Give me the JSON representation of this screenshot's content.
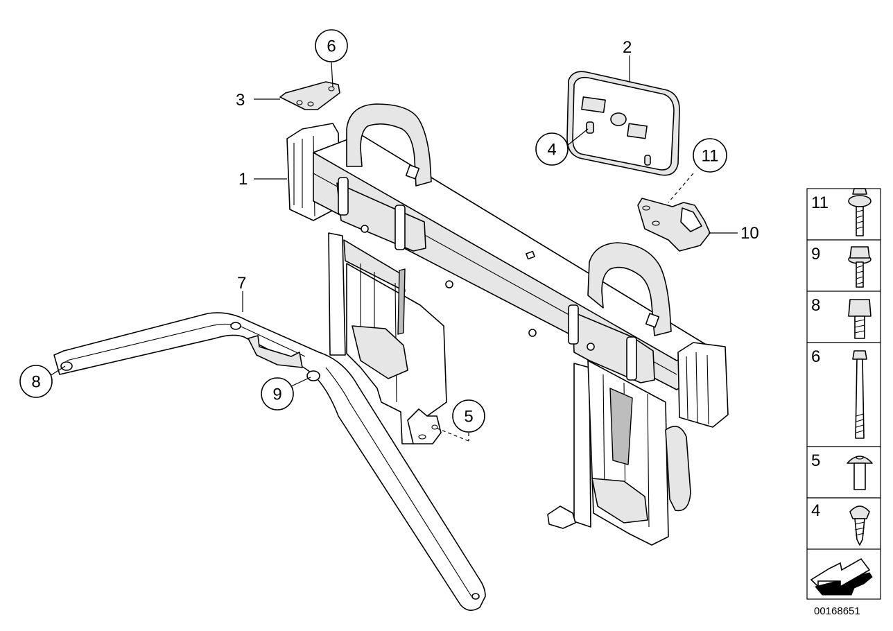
{
  "callouts": {
    "c1": "1",
    "c2": "2",
    "c3": "3",
    "c4": "4",
    "c5": "5",
    "c6": "6",
    "c7": "7",
    "c8": "8",
    "c9": "9",
    "c10": "10",
    "c11": "11"
  },
  "legend": [
    {
      "label": "11",
      "icon": "flange-bolt-icon"
    },
    {
      "label": "9",
      "icon": "hex-bolt-icon"
    },
    {
      "label": "8",
      "icon": "hex-bolt-short-icon"
    },
    {
      "label": "6",
      "icon": "long-bolt-icon"
    },
    {
      "label": "5",
      "icon": "pan-head-screw-icon"
    },
    {
      "label": "4",
      "icon": "self-tapping-screw-icon"
    },
    {
      "label": "",
      "icon": "direction-arrow-icon"
    }
  ],
  "diagram_id": "00168651"
}
